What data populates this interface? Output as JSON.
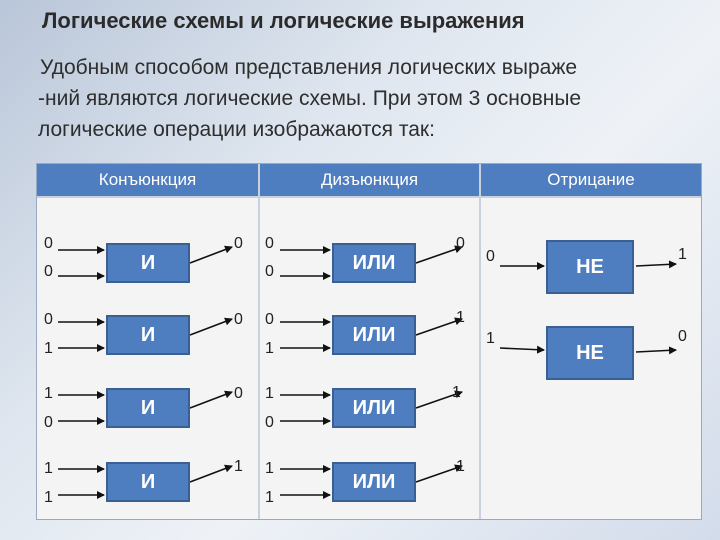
{
  "title": "Логические схемы и логические выражения",
  "intro": {
    "line1": "Удобным способом представления логических выраже",
    "line2": "-ний являются логические схемы. При этом 3 основные",
    "line3": "логические операции изображаются так:"
  },
  "headers": {
    "and": "Конъюнкция",
    "or": "Дизъюнкция",
    "not": "Отрицание"
  },
  "gate_labels": {
    "and": "И",
    "or": "ИЛИ",
    "not": "НЕ"
  },
  "and_rows": [
    {
      "a": "0",
      "b": "0",
      "out": "0"
    },
    {
      "a": "0",
      "b": "1",
      "out": "0"
    },
    {
      "a": "1",
      "b": "0",
      "out": "0"
    },
    {
      "a": "1",
      "b": "1",
      "out": "1"
    }
  ],
  "or_rows": [
    {
      "a": "0",
      "b": "0",
      "out": "0"
    },
    {
      "a": "0",
      "b": "1",
      "out": "1"
    },
    {
      "a": "1",
      "b": "0",
      "out": "1"
    },
    {
      "a": "1",
      "b": "1",
      "out": "1"
    }
  ],
  "not_rows": [
    {
      "in": "0",
      "out": "1"
    },
    {
      "in": "1",
      "out": "0"
    }
  ]
}
